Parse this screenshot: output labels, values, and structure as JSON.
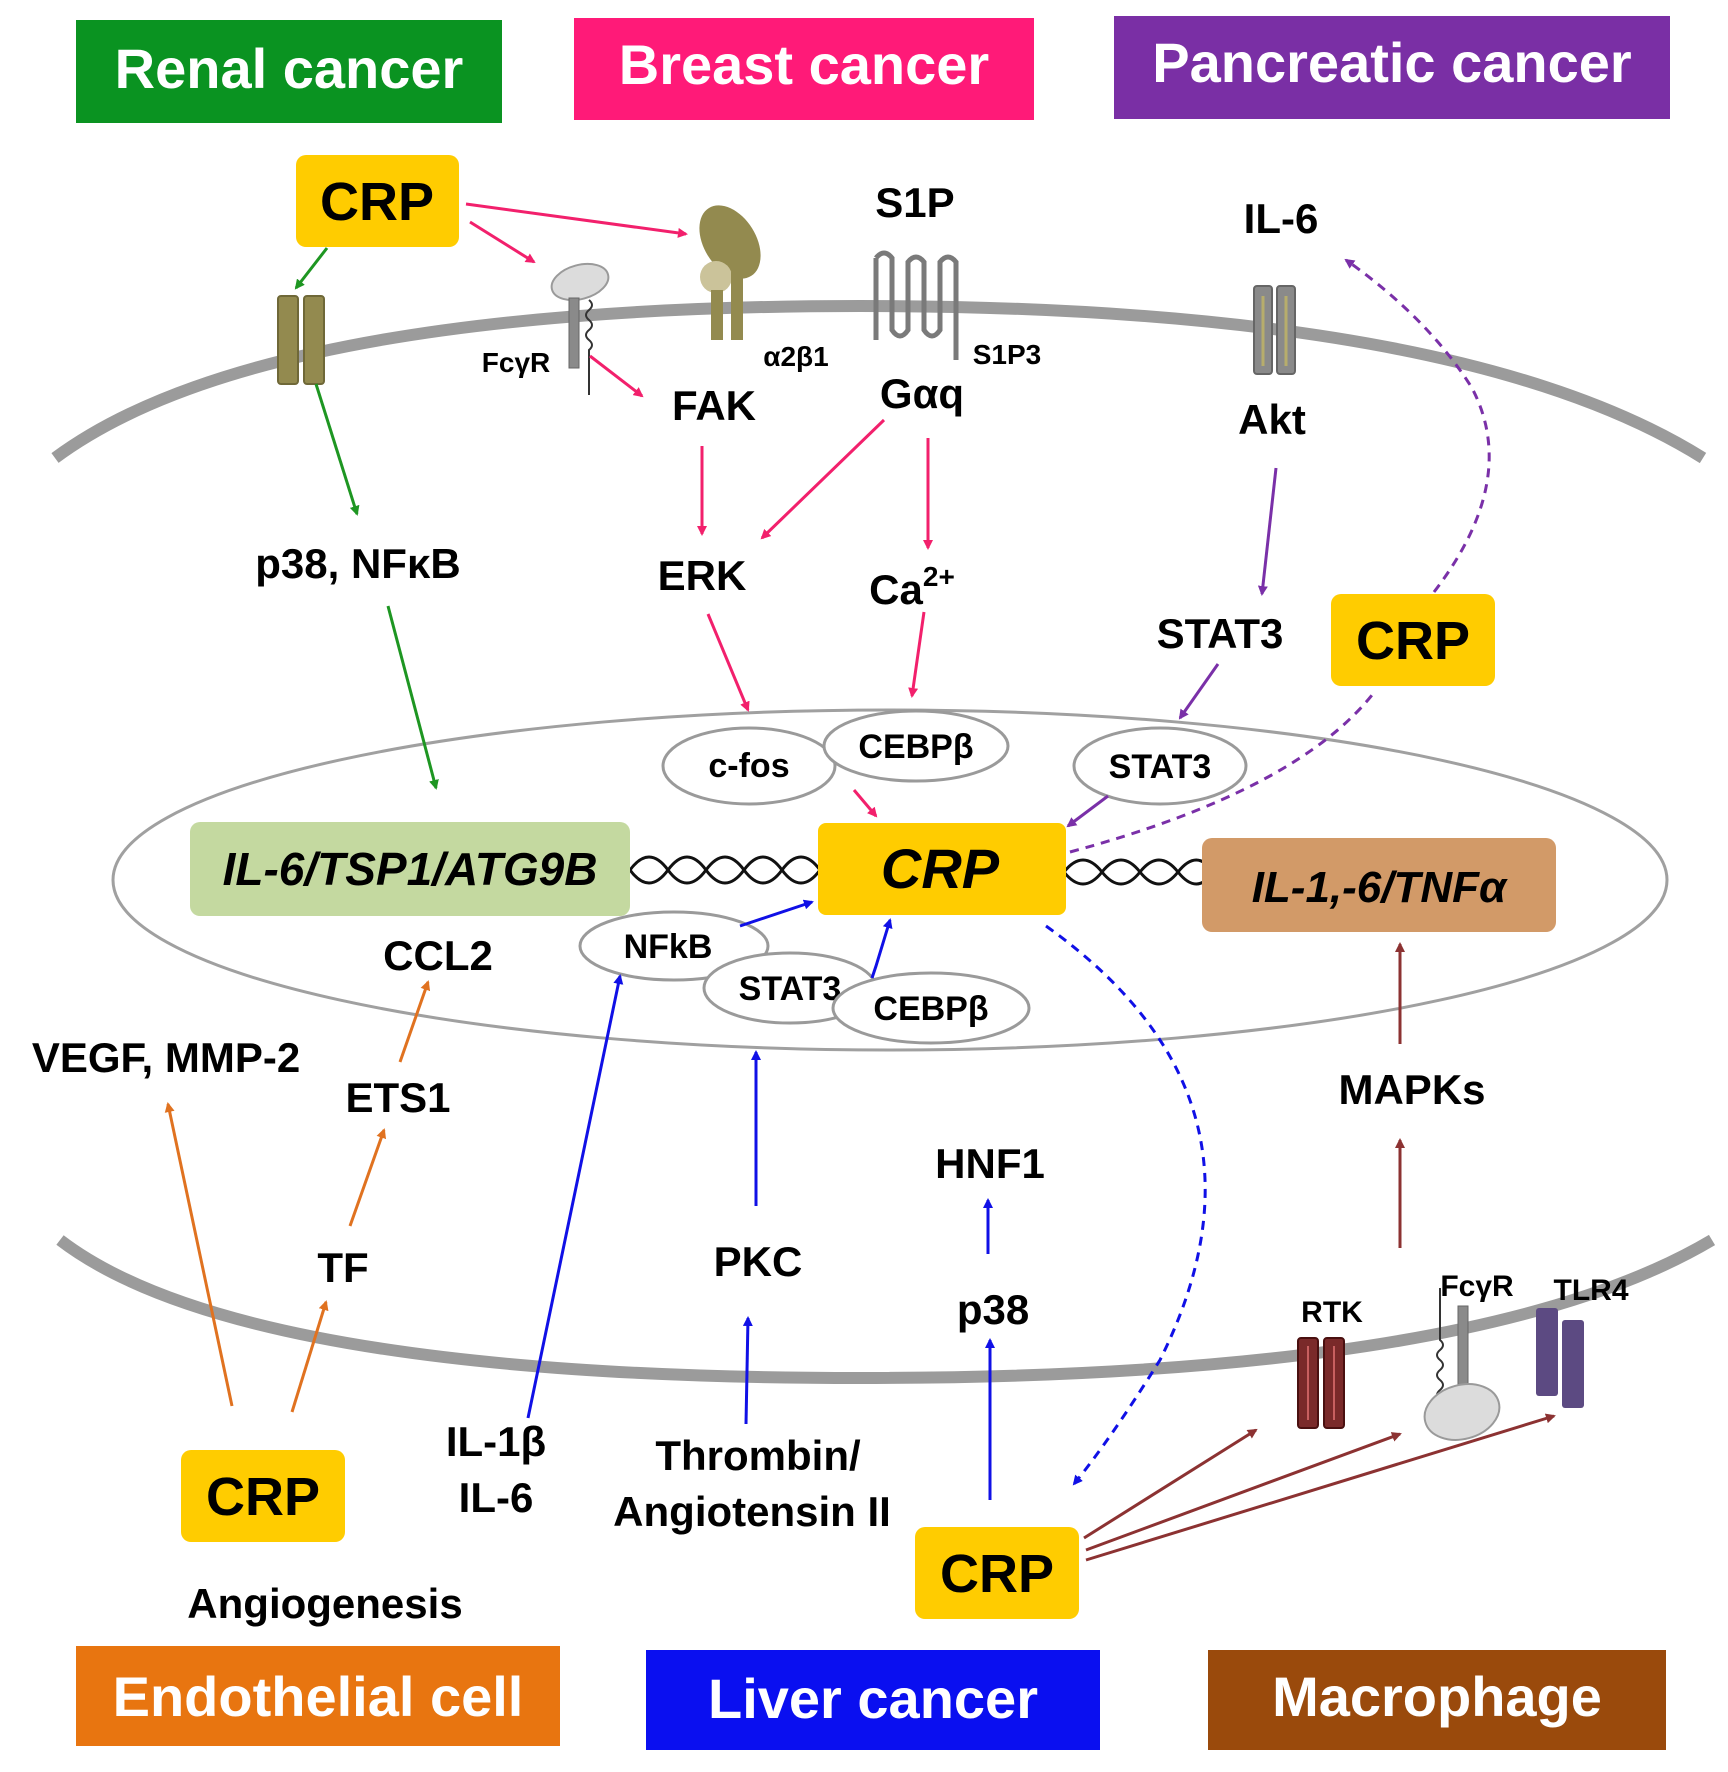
{
  "headers": {
    "renal": "Renal cancer",
    "breast": "Breast cancer",
    "pancreatic": "Pancreatic cancer",
    "endothelial": "Endothelial cell",
    "liver": "Liver cancer",
    "macrophage": "Macrophage"
  },
  "header_colors": {
    "renal": "#0a9321",
    "breast": "#ff1a78",
    "pancreatic": "#7a2fa5",
    "endothelial": "#e87510",
    "liver": "#0a0ff0",
    "macrophage": "#9a4a0c"
  },
  "pathway_colors": {
    "renal": "#1e9622",
    "breast": "#f2206c",
    "pancreatic": "#7a30a8",
    "endothelial": "#e07220",
    "liver": "#1010e6",
    "macrophage": "#8c3232"
  },
  "crp_label": "CRP",
  "crp_gene_label": "CRP",
  "genes": {
    "left": "IL-6/TSP1/ATG9B",
    "right": "IL-1,-6/TNFα"
  },
  "labels": {
    "s1p": "S1P",
    "il6_top": "IL-6",
    "fcgr_top": "FcγR",
    "a2b1": "α2β1",
    "s1p3": "S1P3",
    "fak": "FAK",
    "gaq": "Gαq",
    "akt": "Akt",
    "p38_nfkb": "p38, NFκB",
    "erk": "ERK",
    "ca_base": "Ca",
    "ca_sup": "2+",
    "stat3_cyto": "STAT3",
    "ccl2": "CCL2",
    "vegf_mmp2": "VEGF, MMP-2",
    "ets1": "ETS1",
    "mapks": "MAPKs",
    "hnf1": "HNF1",
    "tf": "TF",
    "pkc": "PKC",
    "p38": "p38",
    "rtk": "RTK",
    "fcgr_bottom": "FcγR",
    "tlr4": "TLR4",
    "il1b": "IL-1β",
    "il6_bottom": "IL-6",
    "thrombin": "Thrombin/",
    "angiotensin": "Angiotensin II",
    "angiogenesis": "Angiogenesis"
  },
  "tf_ovals": {
    "cfos": "c-fos",
    "cebpb_top": "CEBPβ",
    "stat3_nuc": "STAT3",
    "nfkb": "NFkB",
    "stat3_low": "STAT3",
    "cebpb_low": "CEBPβ"
  },
  "colors": {
    "crp_box": "#ffcc00",
    "gene_left_box": "#c4d9a0",
    "gene_right_box": "#d29a68",
    "membrane": "#9b9b9b",
    "receptor_olive": "#938a4f",
    "rtk": "#7a2a2a",
    "tlr4": "#5c4a82"
  }
}
